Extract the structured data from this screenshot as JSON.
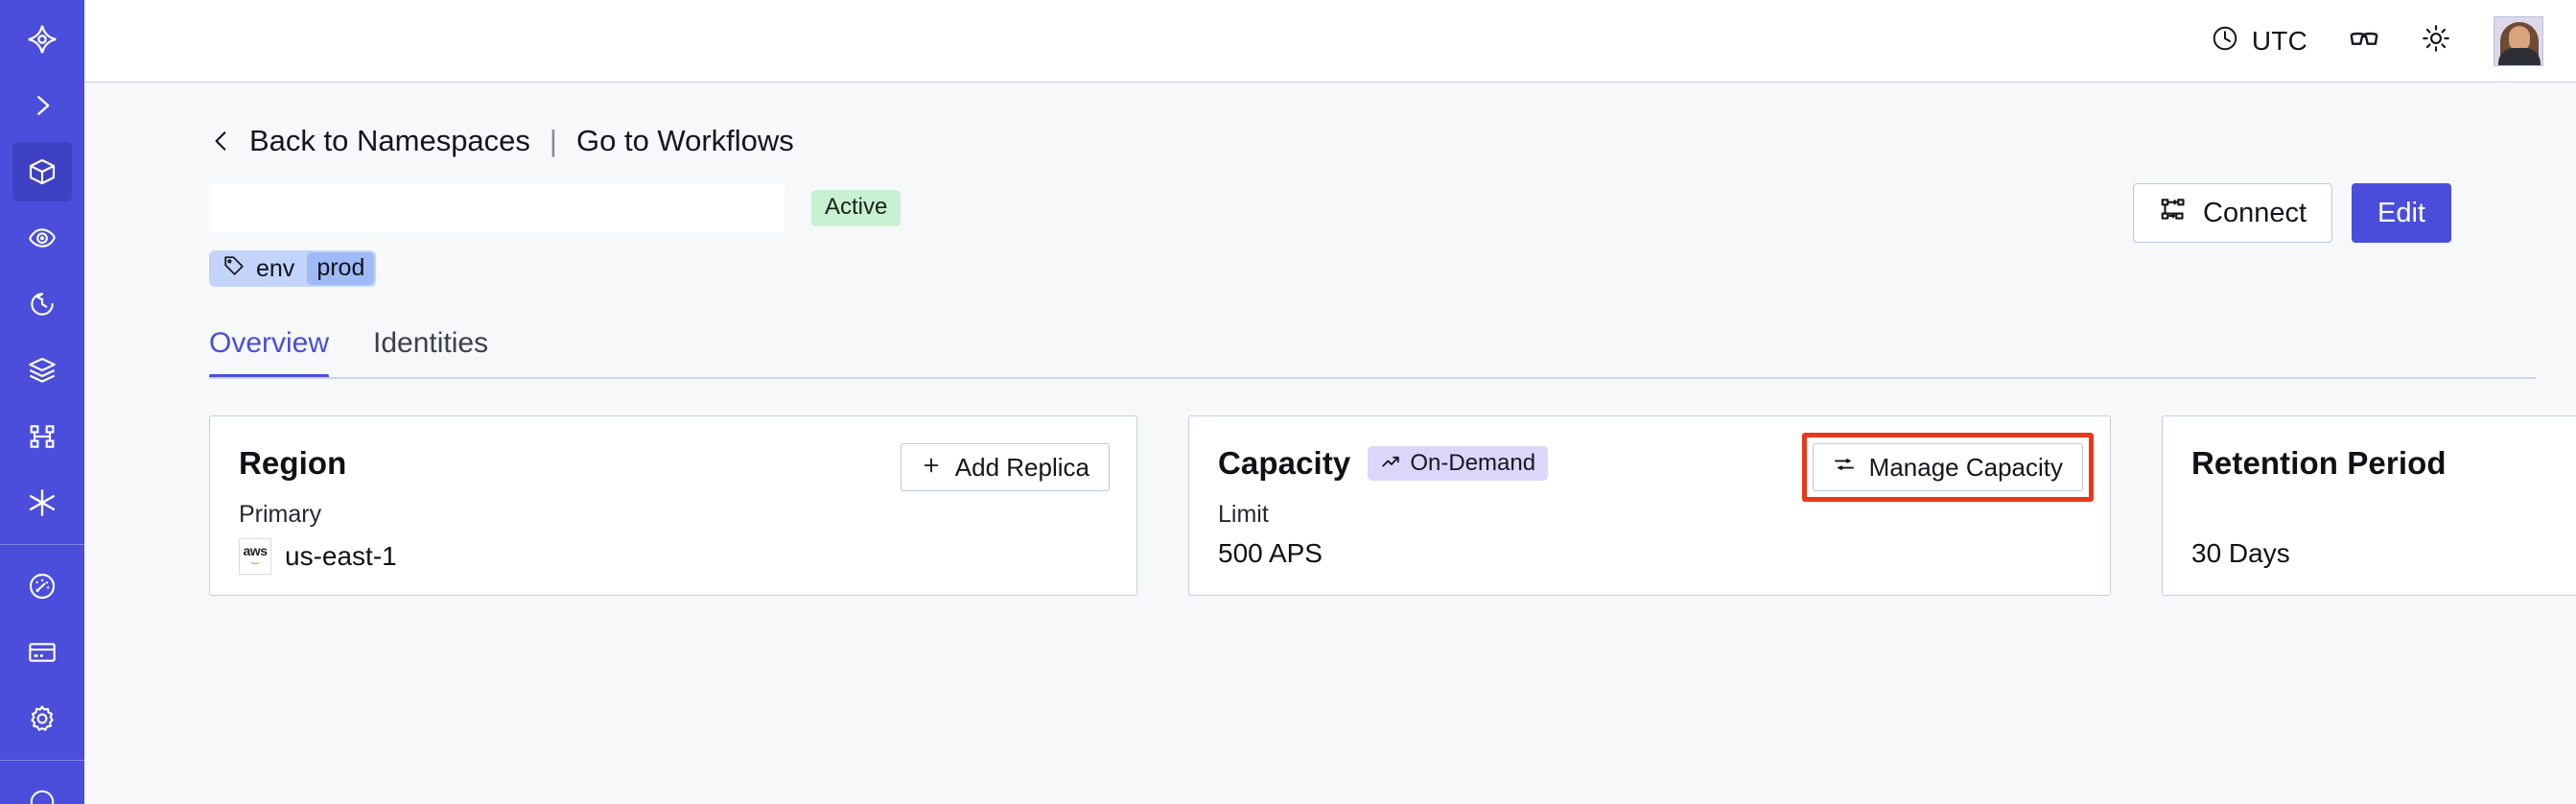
{
  "colors": {
    "rail_bg": "#4b4ddb",
    "rail_active": "#3f41c4",
    "page_bg": "#f7f8fa",
    "accent": "#4b4ddb",
    "status_active_bg": "#c8f0d2",
    "pill_bg": "#ddd6fb",
    "tag_bg": "#c3d4fb",
    "tag_value_bg": "#9fbbf7",
    "highlight_border": "#e8371a",
    "card_border": "#c2cce4"
  },
  "sidebar": {
    "items": [
      {
        "name": "logo",
        "icon": "temporal-logo-icon",
        "active": false
      },
      {
        "name": "expand",
        "icon": "chevron-right-icon",
        "active": false
      },
      {
        "name": "namespaces",
        "icon": "cube-icon",
        "active": true
      },
      {
        "name": "observability",
        "icon": "eye-icon",
        "active": false
      },
      {
        "name": "schedules",
        "icon": "clock-arrow-icon",
        "active": false
      },
      {
        "name": "batch",
        "icon": "layers-icon",
        "active": false
      },
      {
        "name": "workflows",
        "icon": "workflow-nodes-icon",
        "active": false
      },
      {
        "name": "nexus",
        "icon": "asterisk-icon",
        "active": false
      },
      {
        "name": "usage",
        "icon": "gauge-icon",
        "active": false
      },
      {
        "name": "billing",
        "icon": "credit-card-icon",
        "active": false
      },
      {
        "name": "settings",
        "icon": "gear-icon",
        "active": false
      }
    ]
  },
  "topbar": {
    "timezone_label": "UTC",
    "timezone_icon": "clock-icon",
    "glasses_icon": "reading-mode-icon",
    "theme_icon": "sun-icon",
    "avatar_icon": "user-avatar"
  },
  "breadcrumb": {
    "back_icon": "chevron-left-icon",
    "back_label": "Back to Namespaces",
    "divider": "|",
    "forward_label": "Go to Workflows"
  },
  "header": {
    "namespace_name": "",
    "status": "Active",
    "tag": {
      "icon": "tag-icon",
      "key": "env",
      "value": "prod"
    },
    "connect_button": {
      "label": "Connect",
      "icon": "connect-icon"
    },
    "edit_button": {
      "label": "Edit"
    }
  },
  "tabs": [
    {
      "label": "Overview",
      "active": true
    },
    {
      "label": "Identities",
      "active": false
    }
  ],
  "cards": {
    "region": {
      "title": "Region",
      "action": {
        "label": "Add Replica",
        "icon": "plus-icon"
      },
      "sub_label": "Primary",
      "provider_icon": "aws-logo-icon",
      "provider_mark_top": "aws",
      "value": "us-east-1"
    },
    "capacity": {
      "title": "Capacity",
      "pill": {
        "label": "On-Demand",
        "icon": "trend-up-icon"
      },
      "action": {
        "label": "Manage Capacity",
        "icon": "sliders-icon",
        "highlighted": true
      },
      "sub_label": "Limit",
      "value": "500 APS"
    },
    "retention": {
      "title": "Retention Period",
      "value": "30 Days"
    }
  }
}
